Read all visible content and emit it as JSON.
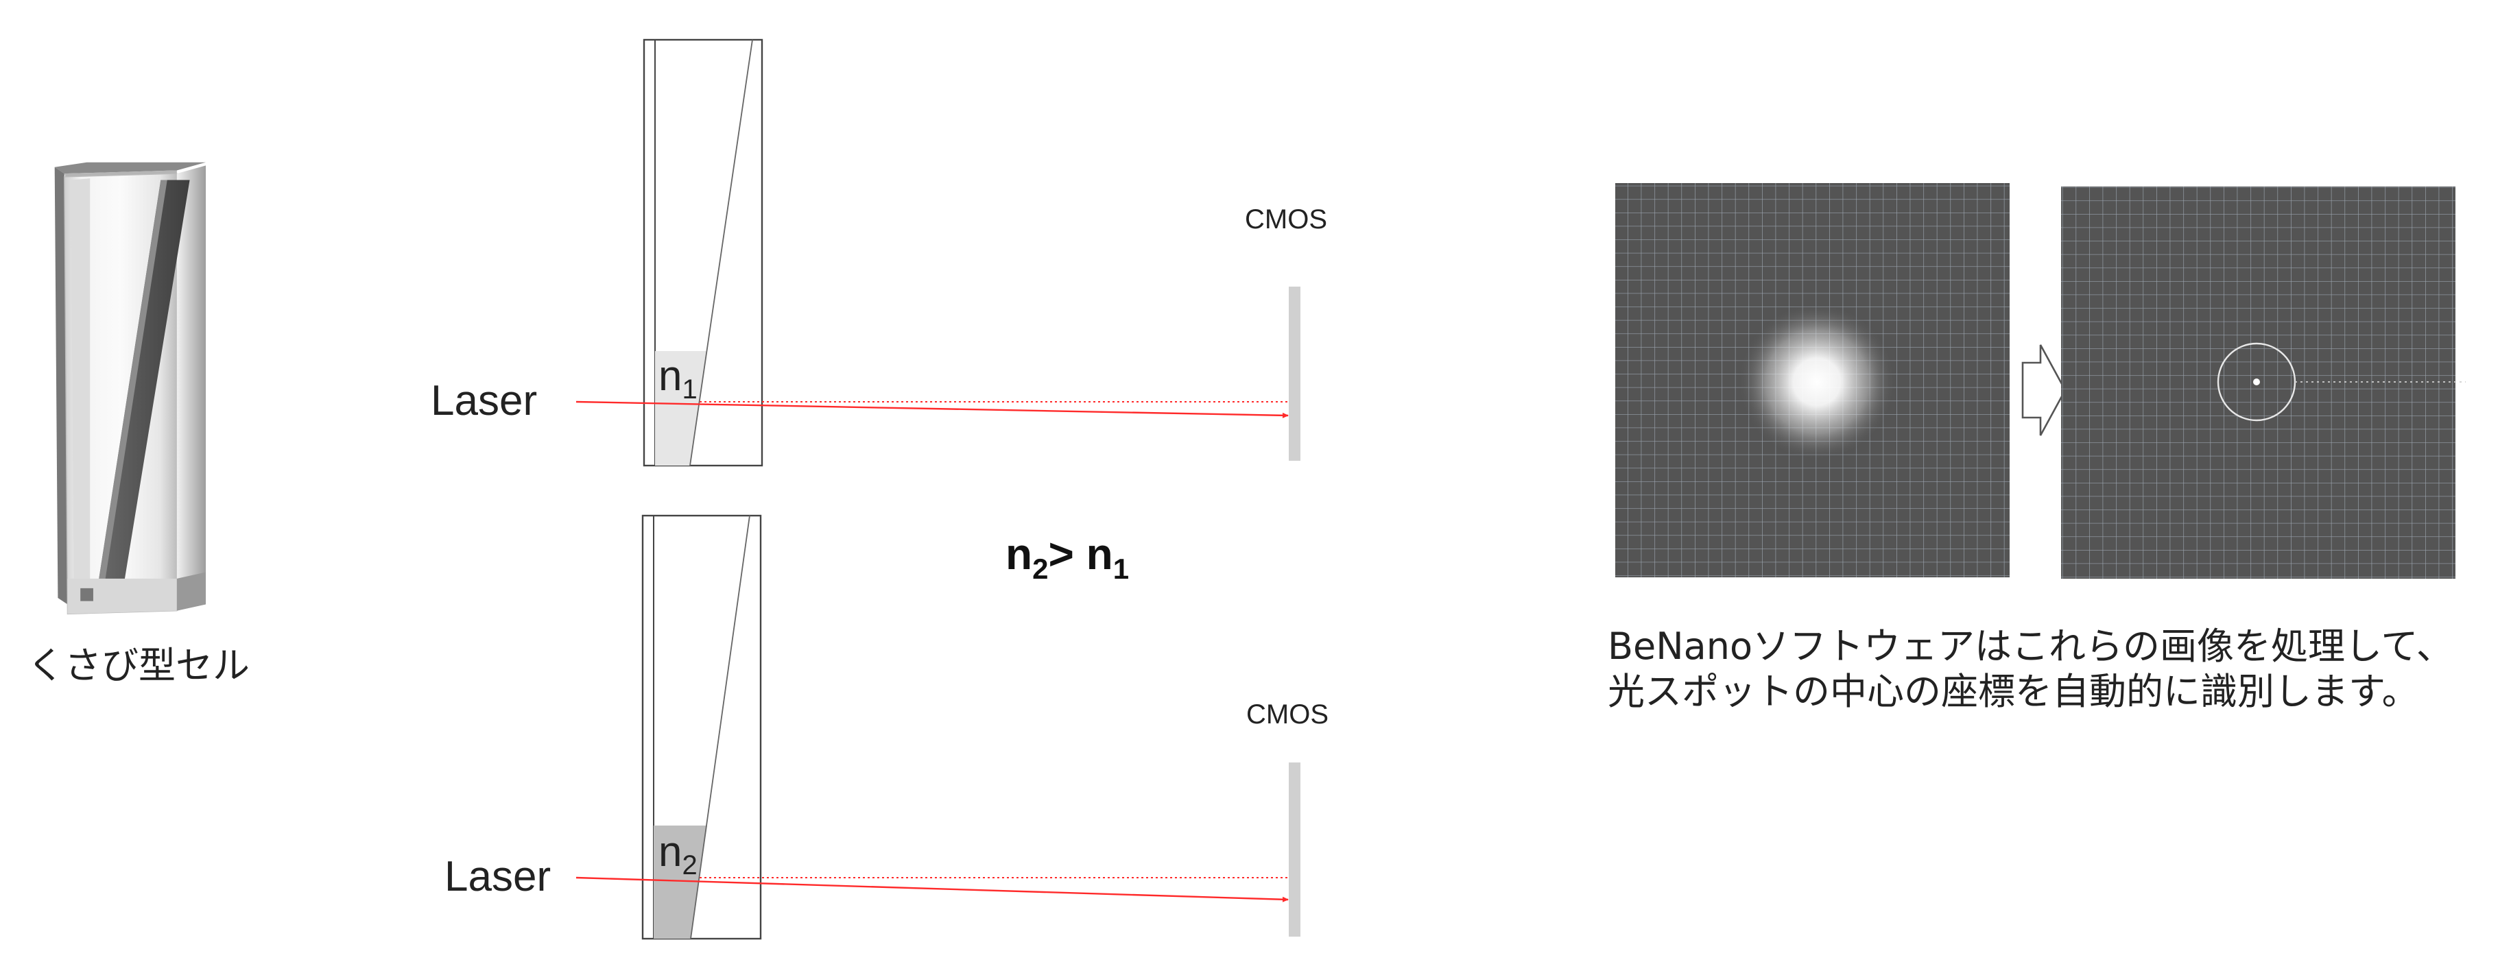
{
  "cell": {
    "caption": "くさび型セル"
  },
  "setup_top": {
    "laser_label": "Laser",
    "n_symbol": "n",
    "n_index": "1",
    "detector_label": "CMOS"
  },
  "setup_bottom": {
    "laser_label": "Laser",
    "n_symbol": "n",
    "n_index": "2",
    "detector_label": "CMOS"
  },
  "comparison": {
    "left_symbol": "n",
    "left_index": "2",
    "operator": "> ",
    "right_symbol": "n",
    "right_index": "1"
  },
  "software": {
    "caption_line1": "BeNanoソフトウェアはこれらの画像を処理して、",
    "caption_line2": "光スポットの中心の座標を自動的に識別します。"
  },
  "colors": {
    "laser_beam": "#ff2a2a",
    "image_background": "#545454",
    "image_grid": "#9aa3ad",
    "cell_glass_dark": "#555555",
    "detector": "#d0d0d0"
  }
}
